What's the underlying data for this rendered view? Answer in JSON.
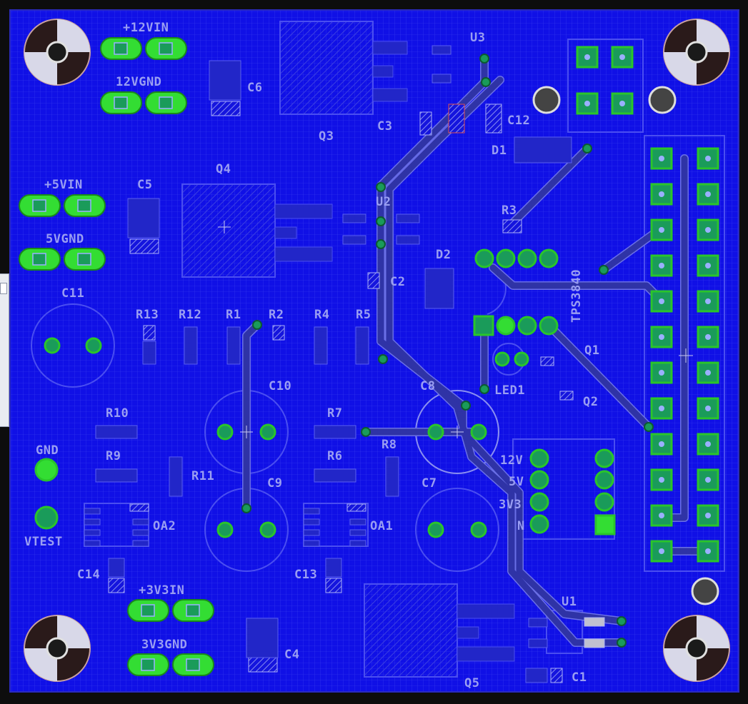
{
  "board": {
    "colors": {
      "copper_pour": "#1010e6",
      "silkscreen": "#9a9ef2",
      "trace": "#2f33a6",
      "trace_edge": "#6a6fe6",
      "pad_green": "#33dd33",
      "via": "#1a9b5a"
    },
    "labels": {
      "vin12": "+12VIN",
      "gnd12": "12VGND",
      "vin5": "+5VIN",
      "gnd5": "5VGND",
      "vin3v3": "+3V3IN",
      "gnd3v3": "3V3GND",
      "gnd": "GND",
      "vtest": "VTEST",
      "c1": "C1",
      "c2": "C2",
      "c3": "C3",
      "c4": "C4",
      "c5": "C5",
      "c6": "C6",
      "c7": "C7",
      "c8": "C8",
      "c9": "C9",
      "c10": "C10",
      "c11": "C11",
      "c12": "C12",
      "c13": "C13",
      "c14": "C14",
      "r1": "R1",
      "r2": "R2",
      "r3": "R3",
      "r4": "R4",
      "r5": "R5",
      "r6": "R6",
      "r7": "R7",
      "r8": "R8",
      "r9": "R9",
      "r10": "R10",
      "r11": "R11",
      "r12": "R12",
      "r13": "R13",
      "q1": "Q1",
      "q2": "Q2",
      "q3": "Q3",
      "q4": "Q4",
      "q5": "Q5",
      "u1": "U1",
      "u2": "U2",
      "u3": "U3",
      "d1": "D1",
      "d2": "D2",
      "led1": "LED1",
      "oa1": "OA1",
      "oa2": "OA2",
      "tps": "TPS3840",
      "v12": "12V",
      "v5": "5V",
      "v3v3": "3V3",
      "n": "N"
    }
  }
}
